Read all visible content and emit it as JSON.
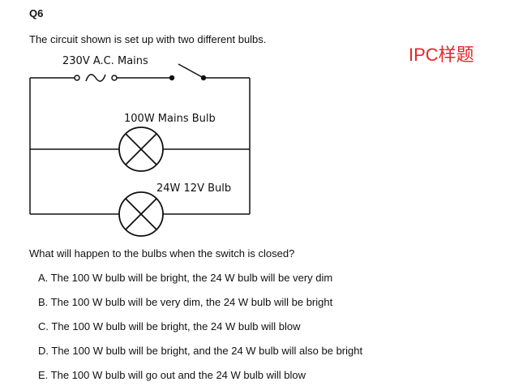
{
  "question": {
    "number": "Q6",
    "intro": "The circuit shown is set up with two different bulbs.",
    "stamp": "IPC样题",
    "prompt": "What will happen to the bulbs when the switch is closed?",
    "options": [
      "A. The 100 W bulb will be bright, the 24 W bulb will be very dim",
      "B. The 100 W bulb will be very dim, the 24 W bulb will be bright",
      "C. The 100 W bulb will be bright, the 24 W bulb will blow",
      "D. The 100 W bulb will be bright, and the 24 W bulb will also be bright",
      "E. The 100 W bulb will go out and the 24 W bulb will blow"
    ]
  },
  "circuit": {
    "supply_label": "230V A.C. Mains",
    "bulb1_label": "100W Mains Bulb",
    "bulb2_label": "24W 12V Bulb",
    "components": [
      "ac-supply",
      "switch",
      "bulb",
      "bulb"
    ]
  }
}
